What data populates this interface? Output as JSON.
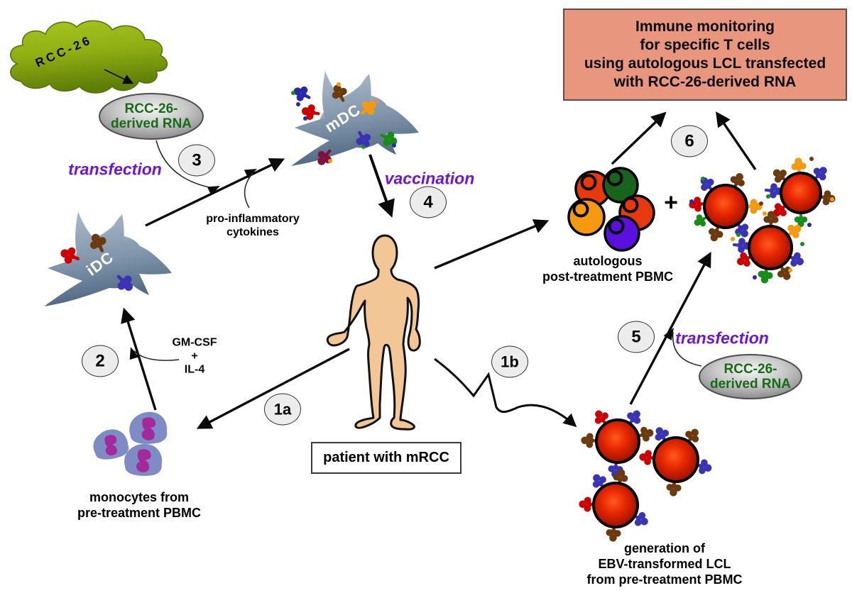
{
  "palette": {
    "purple_label": "#6d14d8",
    "green_label": "#156c15",
    "monitor_box_fill": "#e8967e",
    "monitor_box_border": "#5f4c48",
    "tumor_green": "#8fae12",
    "dendritic_cell_blue": "#8196ab",
    "lcl_red": "#cc1a00",
    "pbmc_orange_red": "#e8380e",
    "pbmc_dark_green": "#17641c",
    "pbmc_amber": "#f59a10",
    "pbmc_purple": "#5c10e0",
    "monocyte_body": "#7e8cc5",
    "monocyte_nucleus": "#a32a9a",
    "skin": "#f3c795",
    "badge_fill": "#ececec"
  },
  "box": {
    "line1": "Immune monitoring",
    "line2": "for specific T cells",
    "line3": "using autologous LCL transfected",
    "line4": "with RCC-26-derived RNA"
  },
  "tumor": {
    "label": "RCC-26"
  },
  "rna1": {
    "line1": "RCC-26-",
    "line2": "derived RNA"
  },
  "rna2": {
    "line1": "RCC-26-",
    "line2": "derived RNA"
  },
  "process": {
    "transfection_left": "transfection",
    "transfection_right": "transfection",
    "vaccination": "vaccination"
  },
  "cells": {
    "idc": "iDC",
    "mdc": "mDC"
  },
  "annotations": {
    "cytokines1": "pro-inflammatory",
    "cytokines2": "cytokines",
    "gmcsf": "GM-CSF",
    "plus_small": "+",
    "il4": "IL-4",
    "monocytes1": "monocytes from",
    "monocytes2": "pre-treatment PBMC",
    "patient": "patient with mRCC",
    "pbmc1": "autologous",
    "pbmc2": "post-treatment PBMC",
    "lcl1": "generation of",
    "lcl2": "EBV-transformed LCL",
    "lcl3": "from pre-treatment PBMC",
    "plus_big": "+"
  },
  "steps": {
    "s1a": "1a",
    "s1b": "1b",
    "s2": "2",
    "s3": "3",
    "s4": "4",
    "s5": "5",
    "s6": "6"
  }
}
